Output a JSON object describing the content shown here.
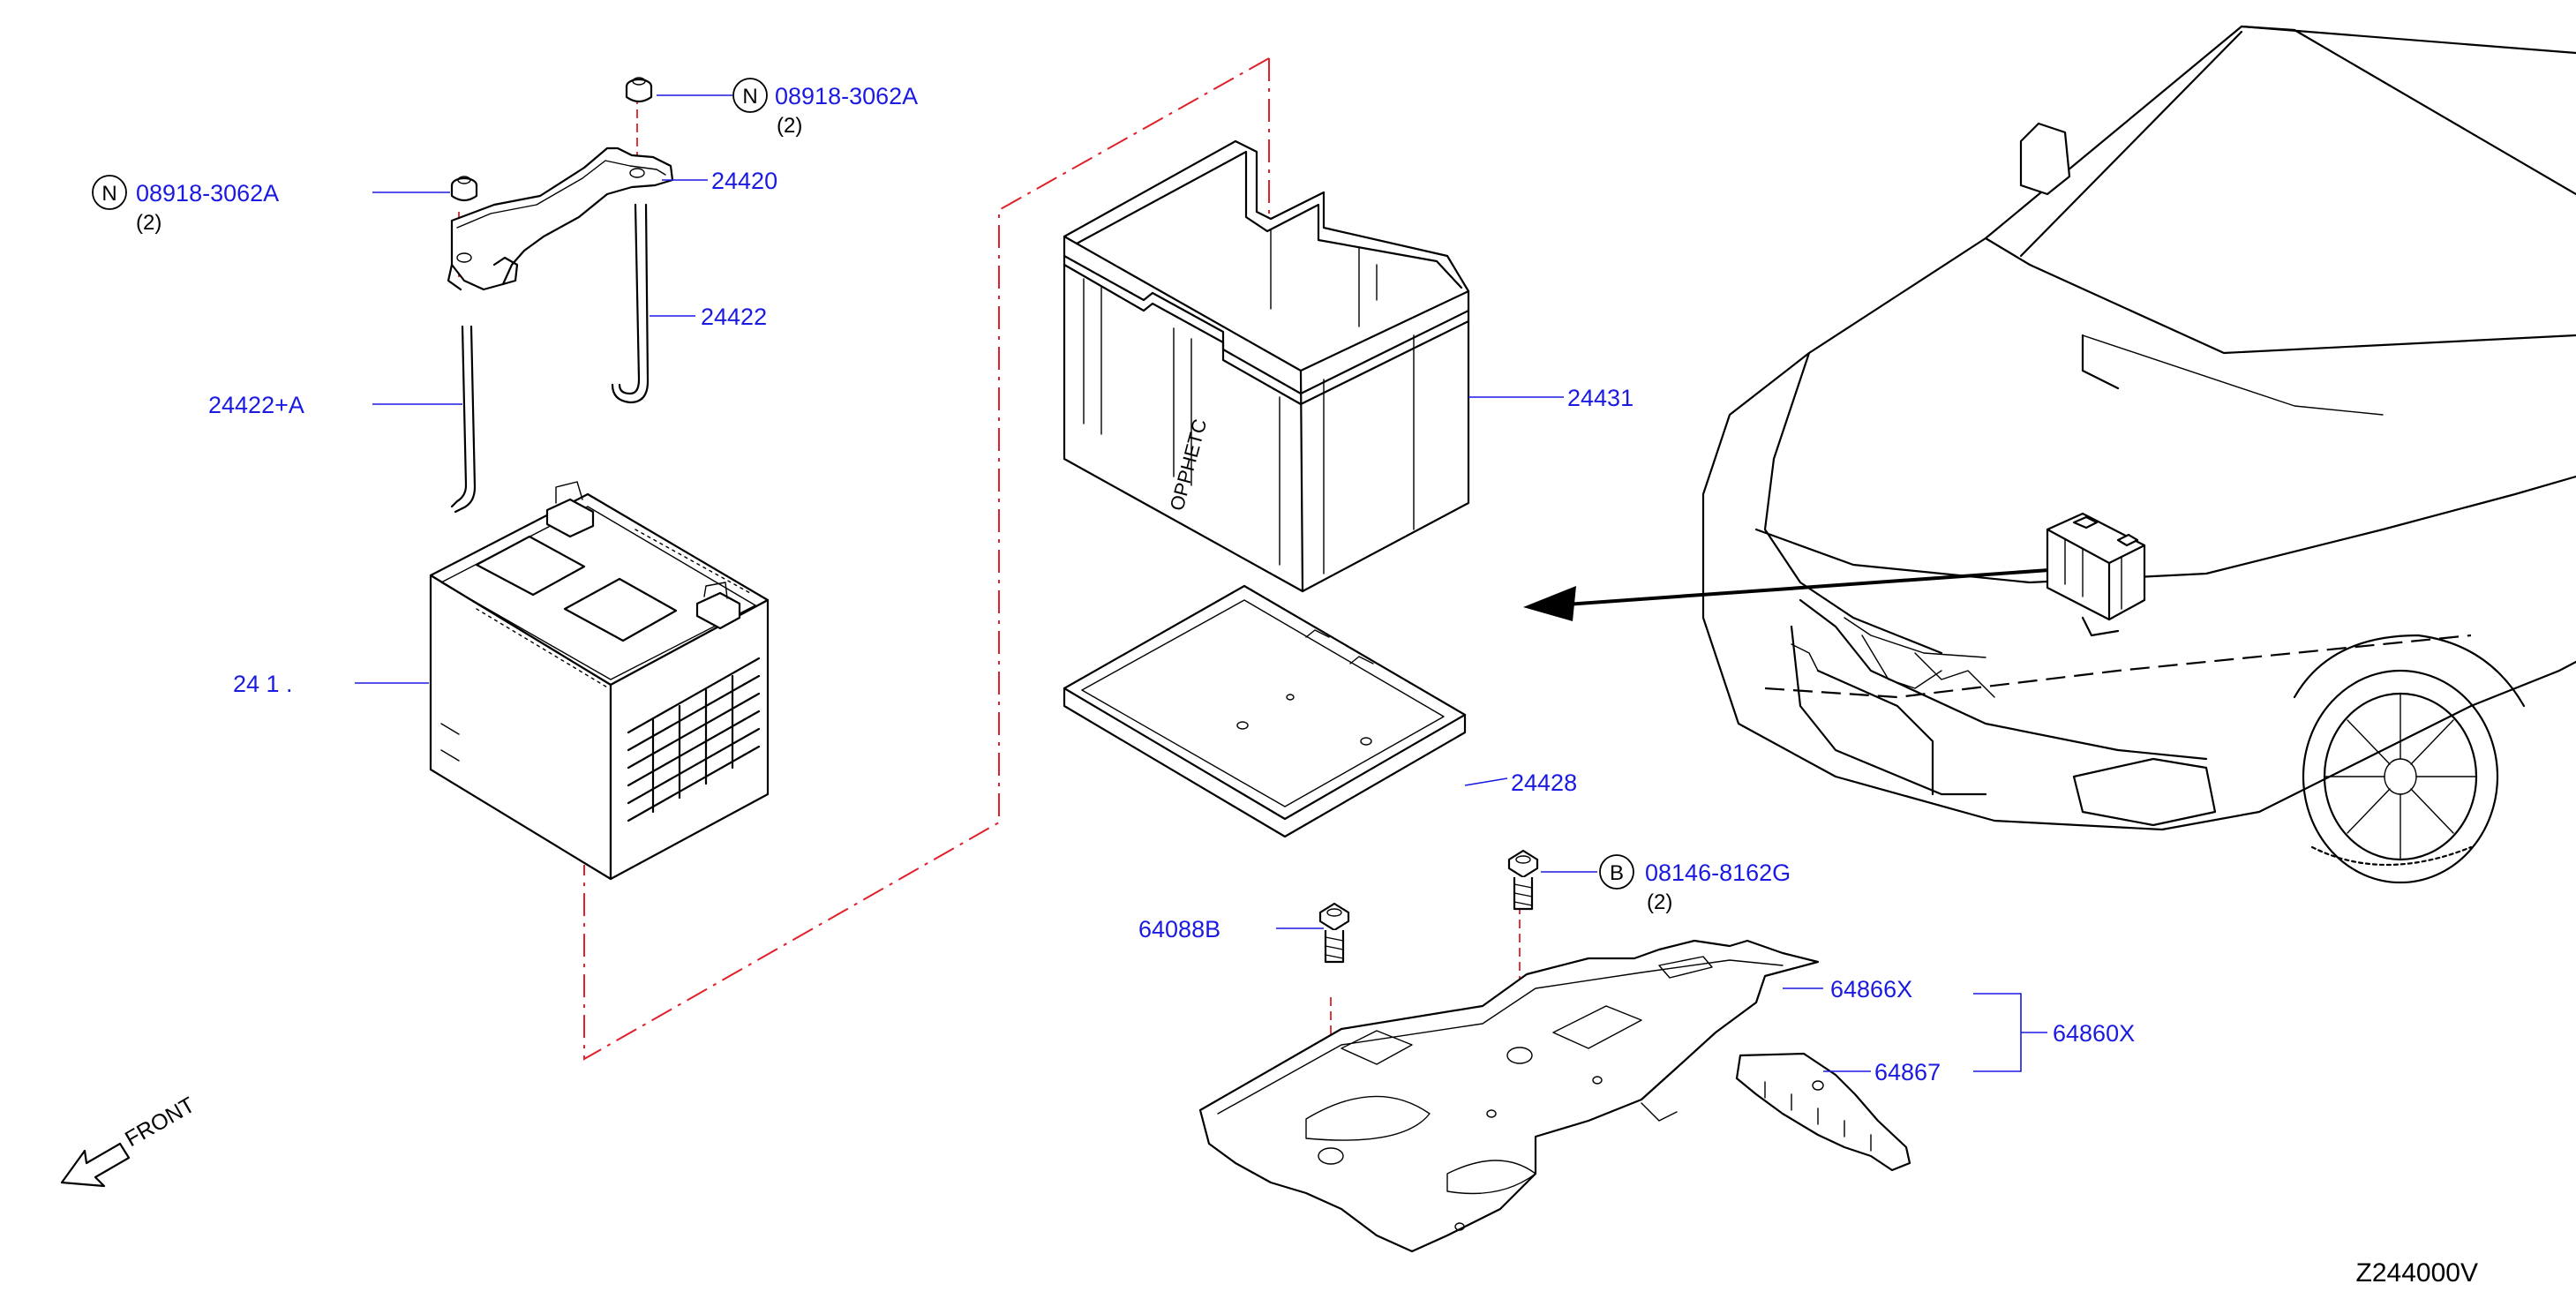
{
  "diagram_code": "Z244000V",
  "front_label": "FRONT",
  "callouts": {
    "nut_top": {
      "circle_letter": "N",
      "part": "08918-3062A",
      "qty": "(2)"
    },
    "nut_left": {
      "circle_letter": "N",
      "part": "08918-3062A",
      "qty": "(2)"
    },
    "bracket": {
      "part": "24420"
    },
    "rod_right": {
      "part": "24422"
    },
    "rod_left": {
      "part": "24422+A"
    },
    "battery": {
      "part": "24 1 ."
    },
    "battery_case": {
      "part": "24431"
    },
    "battery_tray": {
      "part": "24428"
    },
    "bolt_b": {
      "circle_letter": "B",
      "part": "08146-8162G",
      "qty": "(2)"
    },
    "bolt_64088b": {
      "part": "64088B"
    },
    "support_64866x": {
      "part": "64866X"
    },
    "support_64867": {
      "part": "64867"
    },
    "assembly_64860x": {
      "part": "64860X"
    }
  },
  "case_marking": "OPPHETC"
}
